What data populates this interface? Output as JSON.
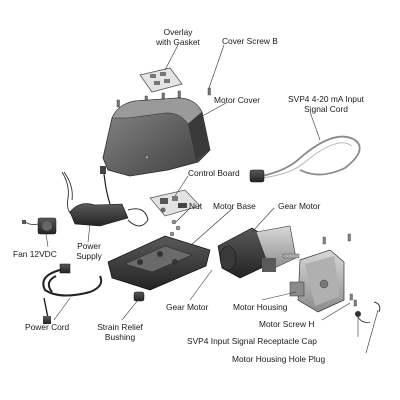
{
  "labels": {
    "overlay_gasket": [
      "Overlay",
      "with Gasket"
    ],
    "cover_screw_b": "Cover Screw B",
    "motor_cover": "Motor Cover",
    "svp4_signal_cord": [
      "SVP4 4-20 mA Input",
      "Signal Cord"
    ],
    "control_board": "Control Board",
    "nut": "Nut",
    "motor_base": "Motor Base",
    "gear_motor_top": "Gear Motor",
    "fan_12vdc": "Fan 12VDC",
    "power_supply": [
      "Power",
      "Supply"
    ],
    "gear_motor_bottom": "Gear Motor",
    "motor_housing": "Motor Housing",
    "power_cord": "Power Cord",
    "strain_relief": [
      "Strain Relief",
      "Bushing"
    ],
    "motor_screw_h": "Motor Screw H",
    "receptacle_cap": "SVP4 Input Signal Receptacle Cap",
    "hole_plug": "Motor Housing Hole Plug"
  },
  "colors": {
    "part_dark": "#4a4a4a",
    "part_mid": "#7a7a7a",
    "part_light": "#bdbdbd",
    "leader": "#333333"
  }
}
